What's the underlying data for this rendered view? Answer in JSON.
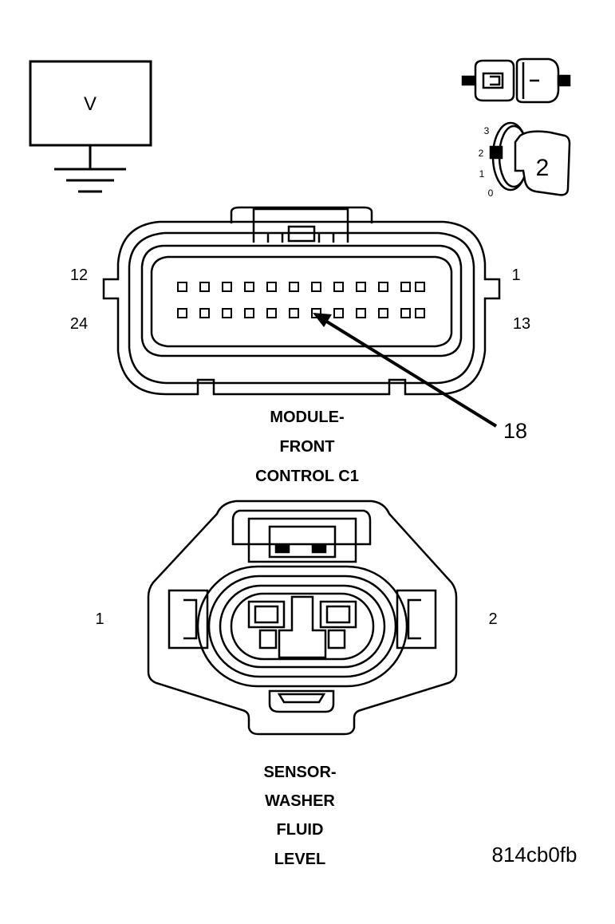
{
  "voltmeter": {
    "symbol": "V"
  },
  "ignition_indicator": {
    "positions": [
      "3",
      "2",
      "1",
      "0"
    ],
    "key_position": "2"
  },
  "connector_c1": {
    "pin_left_top": "12",
    "pin_left_bottom": "24",
    "pin_right_top": "1",
    "pin_right_bottom": "13",
    "callout_pin": "18",
    "label_lines": [
      "MODULE-",
      "FRONT",
      "CONTROL C1"
    ]
  },
  "connector_washer": {
    "pin_left": "1",
    "pin_right": "2",
    "label_lines": [
      "SENSOR-",
      "WASHER",
      "FLUID",
      "LEVEL"
    ]
  },
  "figure_id": "814cb0fb"
}
